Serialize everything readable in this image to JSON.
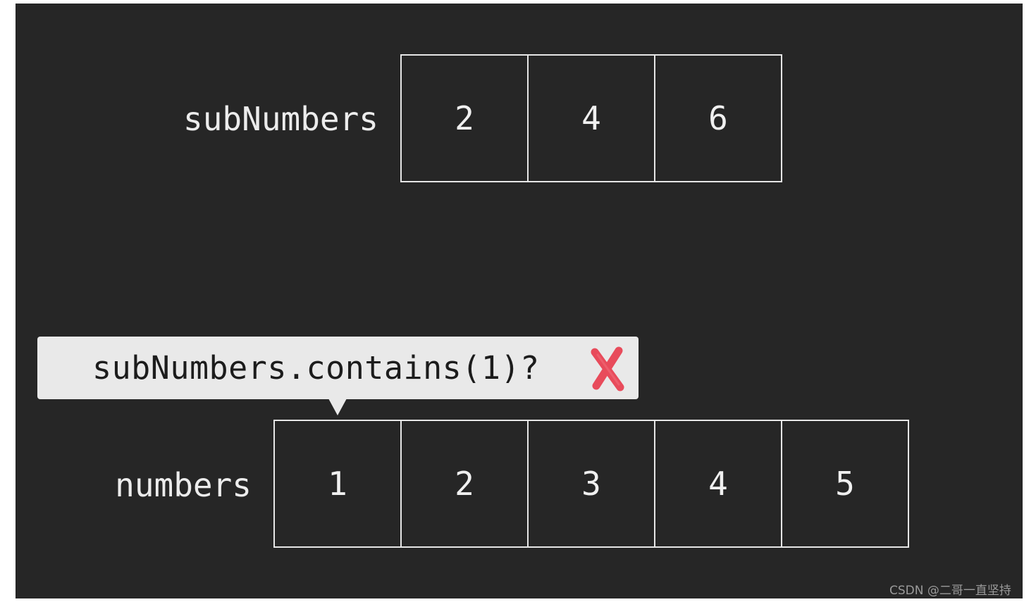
{
  "sub_array": {
    "label": "subNumbers",
    "cells": [
      "2",
      "4",
      "6"
    ]
  },
  "num_array": {
    "label": "numbers",
    "cells": [
      "1",
      "2",
      "3",
      "4",
      "5"
    ]
  },
  "callout": {
    "text": "subNumbers.contains(1)?",
    "result_icon": "red-cross-icon",
    "result_color": "#e84b5b"
  },
  "colors": {
    "background": "#262626",
    "cell_border": "#e6e6e6",
    "callout_bg": "#e9e9e9"
  },
  "watermark": "CSDN @二哥一直坚持"
}
